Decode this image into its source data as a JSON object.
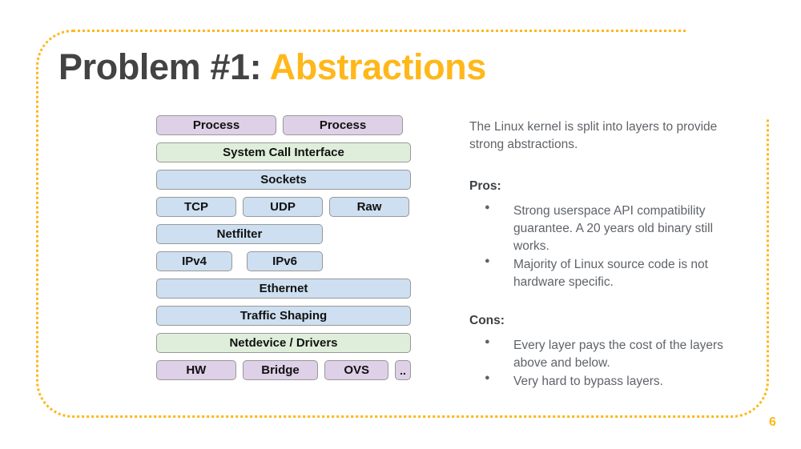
{
  "slide": {
    "title_dark": "Problem #1:",
    "title_accent": "Abstractions",
    "page_number": "6",
    "accent_color": "#ffb71a",
    "title_color": "#434343",
    "body_color": "#5f6368"
  },
  "stack": {
    "rows": [
      {
        "boxes": [
          {
            "label": "Process",
            "color": "purple"
          },
          {
            "label": "Process",
            "color": "purple"
          }
        ]
      },
      {
        "boxes": [
          {
            "label": "System Call Interface",
            "color": "green"
          }
        ]
      },
      {
        "boxes": [
          {
            "label": "Sockets",
            "color": "blue"
          }
        ]
      },
      {
        "boxes": [
          {
            "label": "TCP",
            "color": "blue"
          },
          {
            "label": "UDP",
            "color": "blue"
          },
          {
            "label": "Raw",
            "color": "blue"
          }
        ]
      },
      {
        "boxes": [
          {
            "label": "Netfilter",
            "color": "blue"
          }
        ]
      },
      {
        "boxes": [
          {
            "label": "IPv4",
            "color": "blue"
          },
          {
            "label": "IPv6",
            "color": "blue"
          }
        ]
      },
      {
        "boxes": [
          {
            "label": "Ethernet",
            "color": "blue"
          }
        ]
      },
      {
        "boxes": [
          {
            "label": "Traffic Shaping",
            "color": "blue"
          }
        ]
      },
      {
        "boxes": [
          {
            "label": "Netdevice / Drivers",
            "color": "green"
          }
        ]
      },
      {
        "boxes": [
          {
            "label": "HW",
            "color": "purple"
          },
          {
            "label": "Bridge",
            "color": "purple"
          },
          {
            "label": "OVS",
            "color": "purple"
          },
          {
            "label": "..",
            "color": "purple"
          }
        ]
      }
    ],
    "colors": {
      "purple": "#ddd0e7",
      "green": "#dfeedb",
      "blue": "#cddff0",
      "border": "#999999"
    }
  },
  "copy": {
    "intro": "The Linux kernel is split into layers to provide strong abstractions.",
    "pros_heading": "Pros:",
    "pros": [
      "Strong userspace API compatibility guarantee. A 20 years old binary still works.",
      "Majority of Linux source code is not hardware specific."
    ],
    "cons_heading": "Cons:",
    "cons": [
      "Every layer pays the cost of the layers above and below.",
      "Very hard to bypass layers."
    ]
  }
}
